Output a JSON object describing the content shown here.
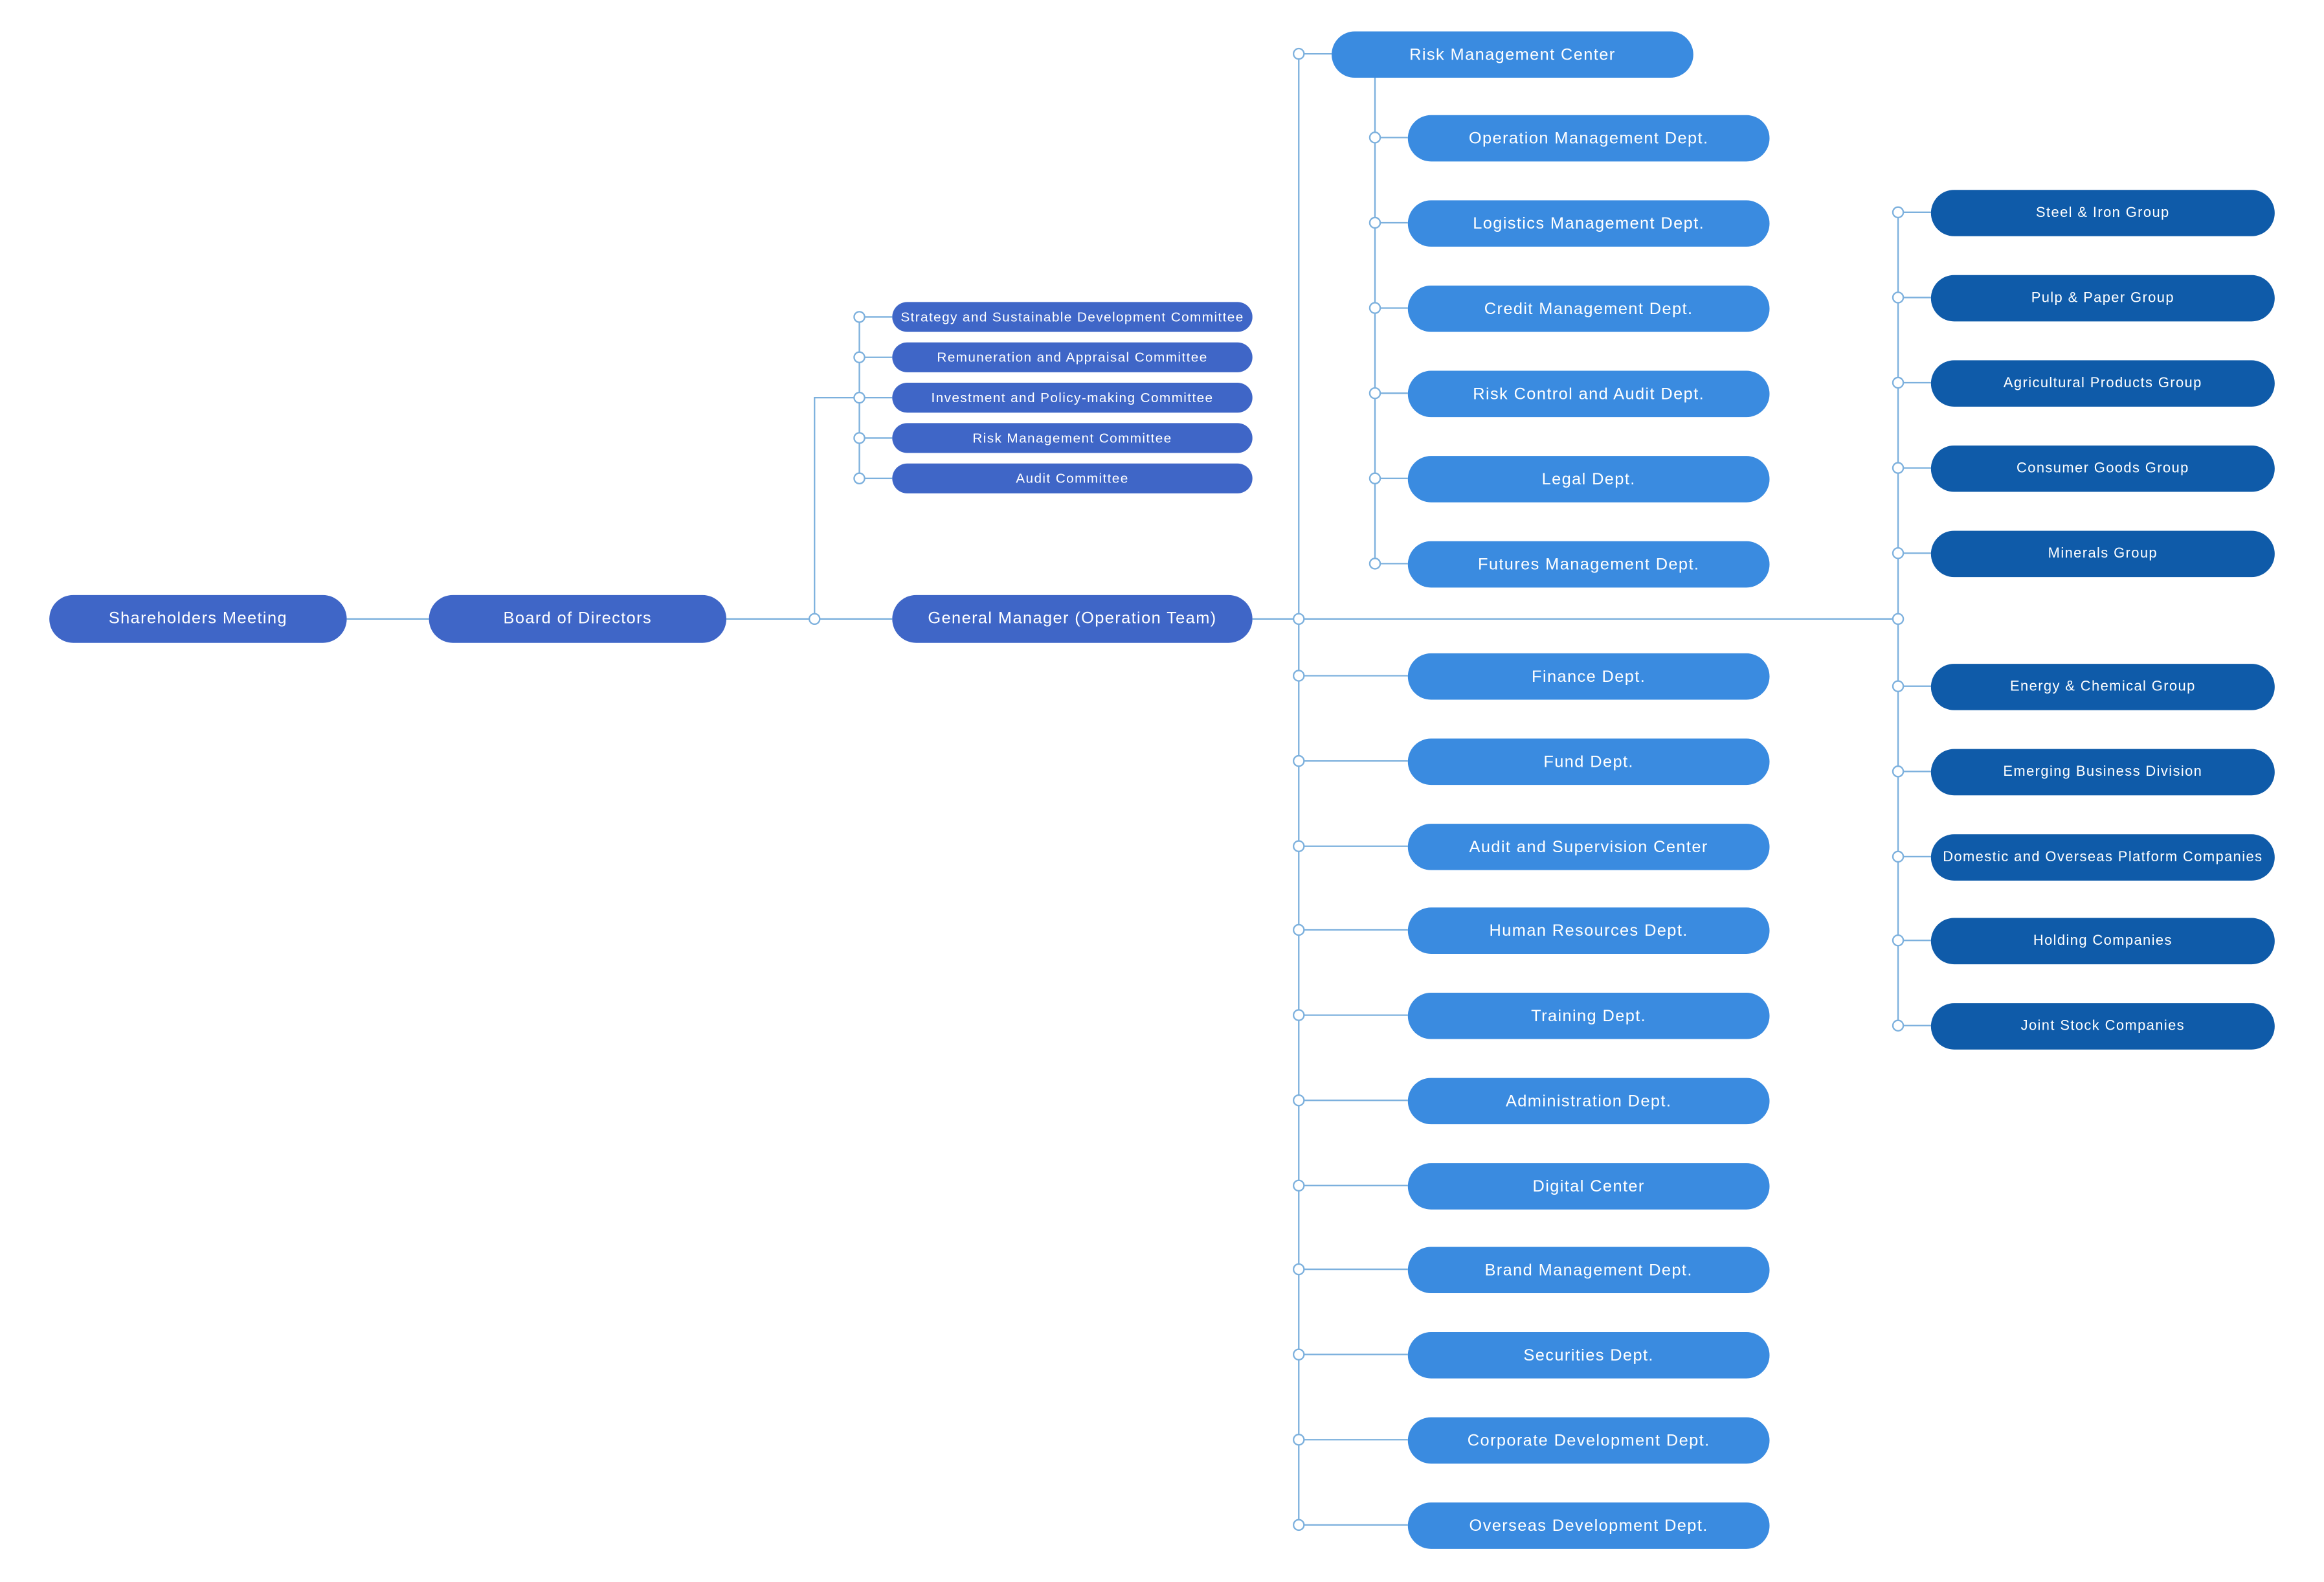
{
  "colors": {
    "primary_node": "#3f66c7",
    "department_node": "#3a8be0",
    "group_node": "#0f5ba9",
    "connector": "#7cb0dd"
  },
  "nodes": {
    "shareholders": "Shareholders Meeting",
    "board": "Board of Directors",
    "general_manager": "General Manager (Operation Team)"
  },
  "committees": [
    "Strategy and Sustainable Development Committee",
    "Remuneration and Appraisal Committee",
    "Investment and Policy-making Committee",
    "Risk Management Committee",
    "Audit Committee"
  ],
  "risk_center": {
    "label": "Risk Management Center",
    "departments": [
      "Operation Management Dept.",
      "Logistics Management Dept.",
      "Credit Management Dept.",
      "Risk Control and Audit Dept.",
      "Legal Dept.",
      "Futures Management Dept."
    ]
  },
  "departments": [
    "Finance Dept.",
    "Fund Dept.",
    "Audit and Supervision Center",
    "Human Resources Dept.",
    "Training Dept.",
    "Administration Dept.",
    "Digital Center",
    "Brand Management Dept.",
    "Securities Dept.",
    "Corporate Development Dept.",
    "Overseas Development Dept."
  ],
  "groups_upper": [
    "Steel & Iron Group",
    "Pulp & Paper Group",
    "Agricultural Products Group",
    "Consumer Goods Group",
    "Minerals Group"
  ],
  "groups_lower": [
    "Energy & Chemical Group",
    "Emerging Business Division",
    "Domestic and Overseas Platform Companies",
    "Holding Companies",
    "Joint Stock Companies"
  ]
}
